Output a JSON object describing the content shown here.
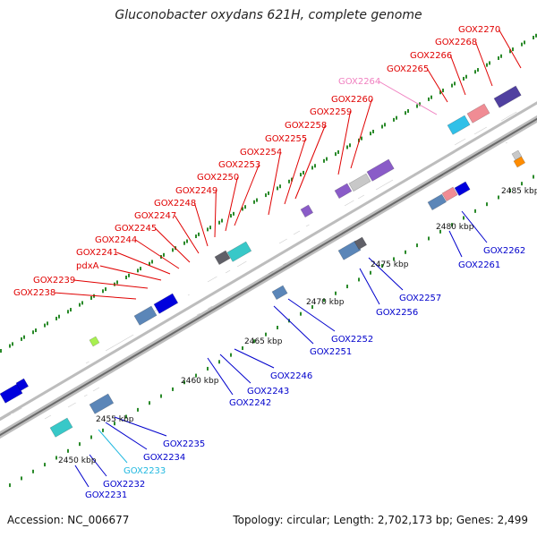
{
  "title": "Gluconobacter oxydans 621H, complete genome",
  "footer": {
    "accession": "Accession: NC_006677",
    "summary": "Topology: circular; Length: 2,702,173 bp; Genes: 2,499"
  },
  "colors": {
    "plus_label": "#e00000",
    "minus_label": "#0000cc",
    "plus_feature": "#ee0000",
    "minus_feature": "#0000dd",
    "pink_label": "#f080c0",
    "cyan_label": "#20b8e0",
    "axis": "#909090",
    "tick": "#2a8a2a"
  },
  "ruler": {
    "ticks": [
      {
        "label": "2450 kbp"
      },
      {
        "label": "2455 kbp"
      },
      {
        "label": "2460 kbp"
      },
      {
        "label": "2465 kbp"
      },
      {
        "label": "2470 kbp"
      },
      {
        "label": "2475 kbp"
      },
      {
        "label": "2480 kbp"
      },
      {
        "label": "2485 kbp"
      }
    ]
  },
  "genes_plus": [
    {
      "name": "GOX2238"
    },
    {
      "name": "GOX2239"
    },
    {
      "name": "pdxA"
    },
    {
      "name": "GOX2241"
    },
    {
      "name": "GOX2244"
    },
    {
      "name": "GOX2245"
    },
    {
      "name": "GOX2247"
    },
    {
      "name": "GOX2248"
    },
    {
      "name": "GOX2249"
    },
    {
      "name": "GOX2250"
    },
    {
      "name": "GOX2253"
    },
    {
      "name": "GOX2254"
    },
    {
      "name": "GOX2255"
    },
    {
      "name": "GOX2258"
    },
    {
      "name": "GOX2259"
    },
    {
      "name": "GOX2260"
    },
    {
      "name": "GOX2264"
    },
    {
      "name": "GOX2265"
    },
    {
      "name": "GOX2266"
    },
    {
      "name": "GOX2268"
    },
    {
      "name": "GOX2270"
    }
  ],
  "genes_minus": [
    {
      "name": "GOX2231"
    },
    {
      "name": "GOX2232"
    },
    {
      "name": "GOX2233"
    },
    {
      "name": "GOX2234"
    },
    {
      "name": "GOX2235"
    },
    {
      "name": "GOX2242"
    },
    {
      "name": "GOX2243"
    },
    {
      "name": "GOX2246"
    },
    {
      "name": "GOX2251"
    },
    {
      "name": "GOX2252"
    },
    {
      "name": "GOX2256"
    },
    {
      "name": "GOX2257"
    },
    {
      "name": "GOX2261"
    },
    {
      "name": "GOX2262"
    }
  ]
}
